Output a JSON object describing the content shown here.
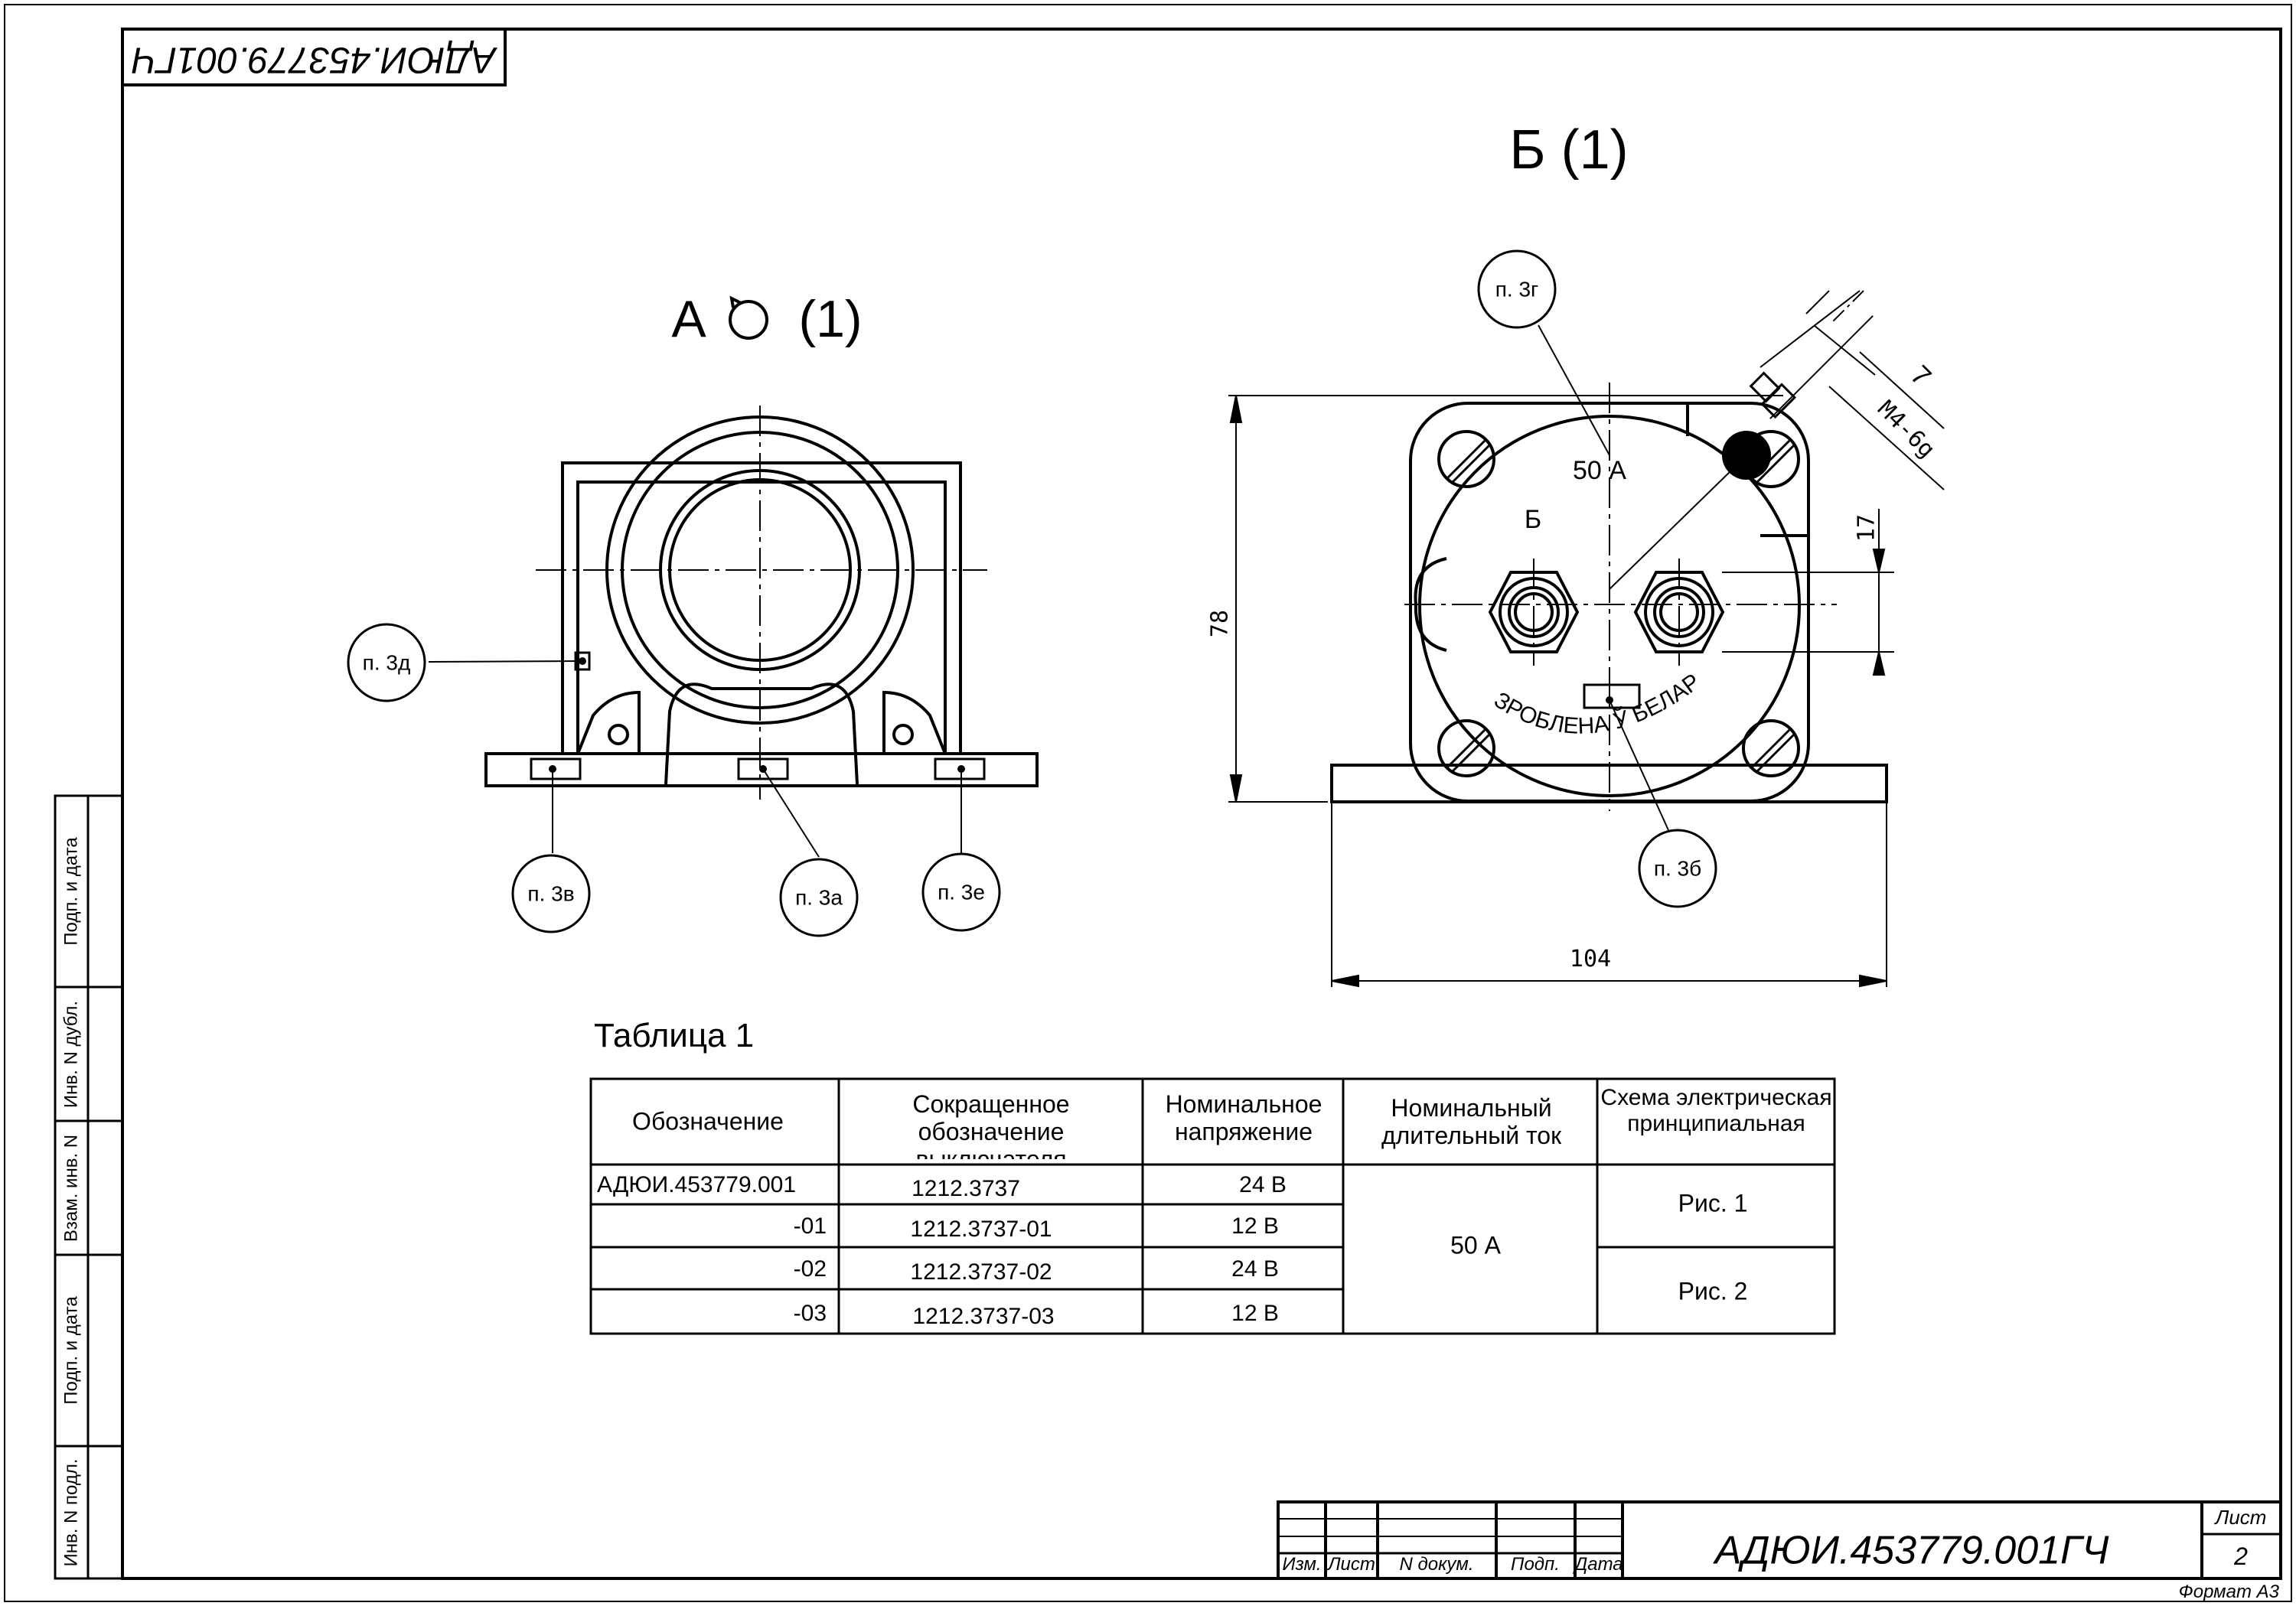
{
  "top_stamp": "АДЮИ.453779.001ГЧ",
  "view_a": {
    "title": "А",
    "title_suffix": "(1)",
    "callouts": [
      "п. 3д",
      "п. 3в",
      "п. 3а",
      "п. 3е"
    ]
  },
  "view_b": {
    "title": "Б (1)",
    "callouts": [
      "п. 3г",
      "п. 3б"
    ],
    "label_current": "50 А",
    "label_terminal": "Б",
    "label_made_in": "ЗРОБЛЕНА Ў БЕЛАРУСІ",
    "dim_height": "78",
    "dim_width": "104",
    "dim_spacing": "17",
    "dim_thread_len": "7",
    "dim_thread": "М4-6g"
  },
  "table": {
    "caption": "Таблица 1",
    "headers": [
      "Обозначение",
      "Сокращенное обозначение выключателя",
      "Номинальное напряжение",
      "Номинальный длительный ток",
      "Схема электрическая принципиальная"
    ],
    "rows": [
      {
        "designation": "АДЮИ.453779.001",
        "short": "1212.3737",
        "voltage": "24  В"
      },
      {
        "designation": "-01",
        "short": "1212.3737-01",
        "voltage": "12 В"
      },
      {
        "designation": "-02",
        "short": "1212.3737-02",
        "voltage": "24 В"
      },
      {
        "designation": "-03",
        "short": "1212.3737-03",
        "voltage": "12 В"
      }
    ],
    "current_merged": "50  А",
    "scheme_1": "Рис. 1",
    "scheme_2": "Рис. 2"
  },
  "side_strip": [
    "Подп. и дата",
    "Инв. N дубл.",
    "Взам. инв. N",
    "Подп. и дата",
    "Инв. N подл."
  ],
  "title_block": {
    "cols": [
      "Изм.",
      "Лист",
      "N  докум.",
      "Подп.",
      "Дата"
    ],
    "designation": "АДЮИ.453779.001ГЧ",
    "sheet_label": "Лист",
    "sheet_number": "2",
    "format": "Формат  А3"
  }
}
